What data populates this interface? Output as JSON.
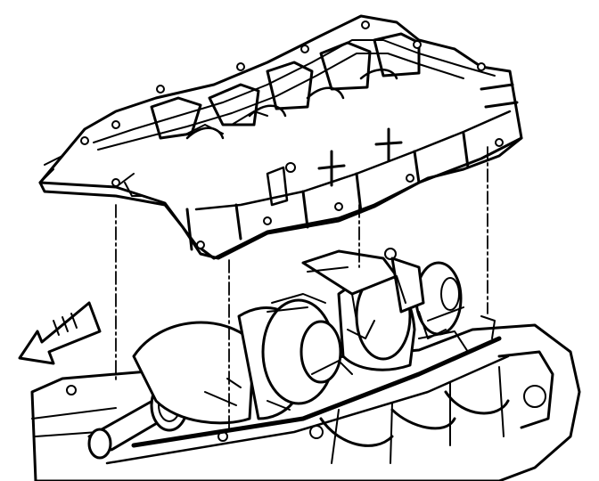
{
  "diagram": {
    "kind": "exploded-assembly-line-drawing",
    "ink_color": "#000000",
    "paper_color": "#ffffff",
    "parts": {
      "upper": "lower-crankcase-bedplate",
      "lower": "engine-block-with-crankshaft"
    },
    "alignment_leaders": 4,
    "arrow": {
      "icon": "front-direction-arrow-icon",
      "points": "lower-left"
    }
  }
}
